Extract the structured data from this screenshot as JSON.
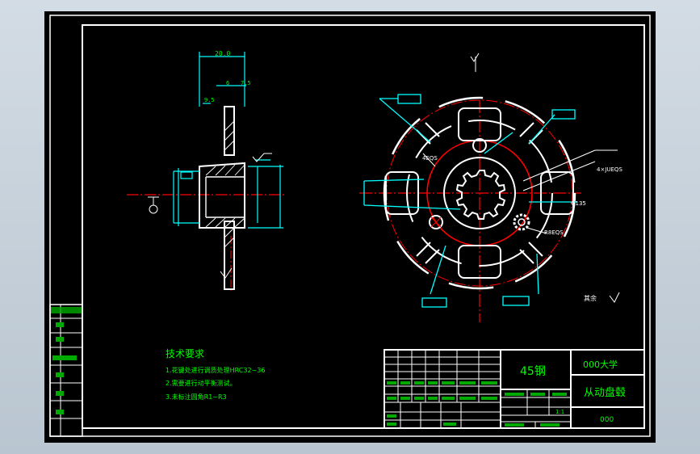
{
  "tech": {
    "heading": "技术要求",
    "line1": "1.花键处进行调质处理HRC32~36",
    "line2": "2.需要进行动平衡测试。",
    "line3": "3.未标注圆角R1~R3"
  },
  "title_block": {
    "material": "45钢",
    "university": "000大学",
    "part_name": "从动盘毂",
    "drawing_no": "000",
    "scale": "1:1"
  },
  "dims": {
    "width_top": "20.0",
    "d6": "6",
    "d75": "7.5",
    "d95": "9.5",
    "hole4": "4×JUEQS",
    "phi": "Φ135",
    "r8": "R8EQS",
    "r4": "4EQS",
    "roughness": "其余"
  },
  "colors": {
    "line_white": "#ffffff",
    "dim_cyan": "#00ffff",
    "text_green": "#00ff00",
    "center_red": "#ff0000"
  }
}
